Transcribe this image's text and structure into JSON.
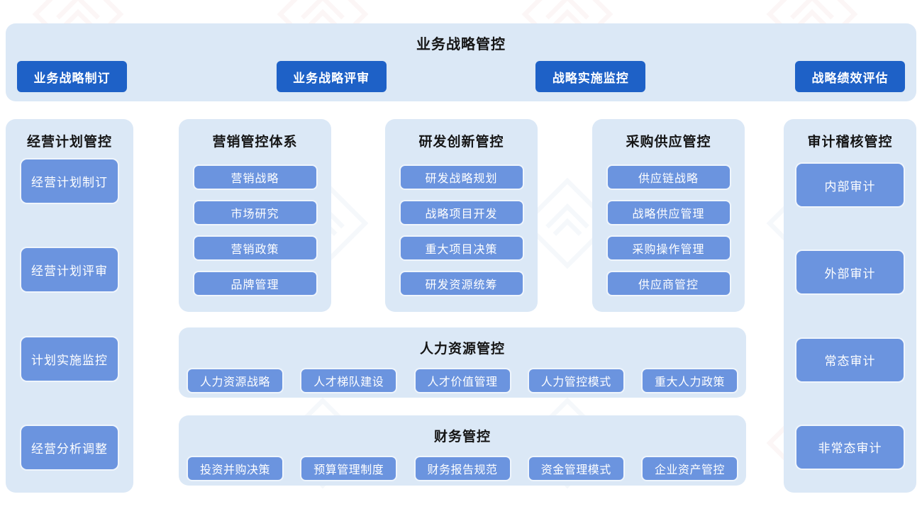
{
  "colors": {
    "panel_bg": "#dbe8f6",
    "dark_button": "#1e61c7",
    "light_button": "#6b94df",
    "button_border": "#eff5fc",
    "title_text": "#151515",
    "button_text": "#ffffff",
    "watermark_red": "#d98a8a",
    "watermark_blue": "#7ba3d6"
  },
  "top_banner": {
    "title": "业务战略管控",
    "buttons": [
      "业务战略制订",
      "业务战略评审",
      "战略实施监控",
      "战略绩效评估"
    ]
  },
  "left_panel": {
    "title": "经营计划管控",
    "items": [
      "经营计划制订",
      "经营计划评审",
      "计划实施监控",
      "经营分析调整"
    ]
  },
  "marketing_panel": {
    "title": "营销管控体系",
    "items": [
      "营销战略",
      "市场研究",
      "营销政策",
      "品牌管理"
    ]
  },
  "rnd_panel": {
    "title": "研发创新管控",
    "items": [
      "研发战略规划",
      "战略项目开发",
      "重大项目决策",
      "研发资源统筹"
    ]
  },
  "procurement_panel": {
    "title": "采购供应管控",
    "items": [
      "供应链战略",
      "战略供应管理",
      "采购操作管理",
      "供应商管控"
    ]
  },
  "hr_panel": {
    "title": "人力资源管控",
    "items": [
      "人力资源战略",
      "人才梯队建设",
      "人才价值管理",
      "人力管控模式",
      "重大人力政策"
    ]
  },
  "finance_panel": {
    "title": "财务管控",
    "items": [
      "投资并购决策",
      "预算管理制度",
      "财务报告规范",
      "资金管理模式",
      "企业资产管控"
    ]
  },
  "right_panel": {
    "title": "审计稽核管控",
    "items": [
      "内部审计",
      "外部审计",
      "常态审计",
      "非常态审计"
    ]
  }
}
